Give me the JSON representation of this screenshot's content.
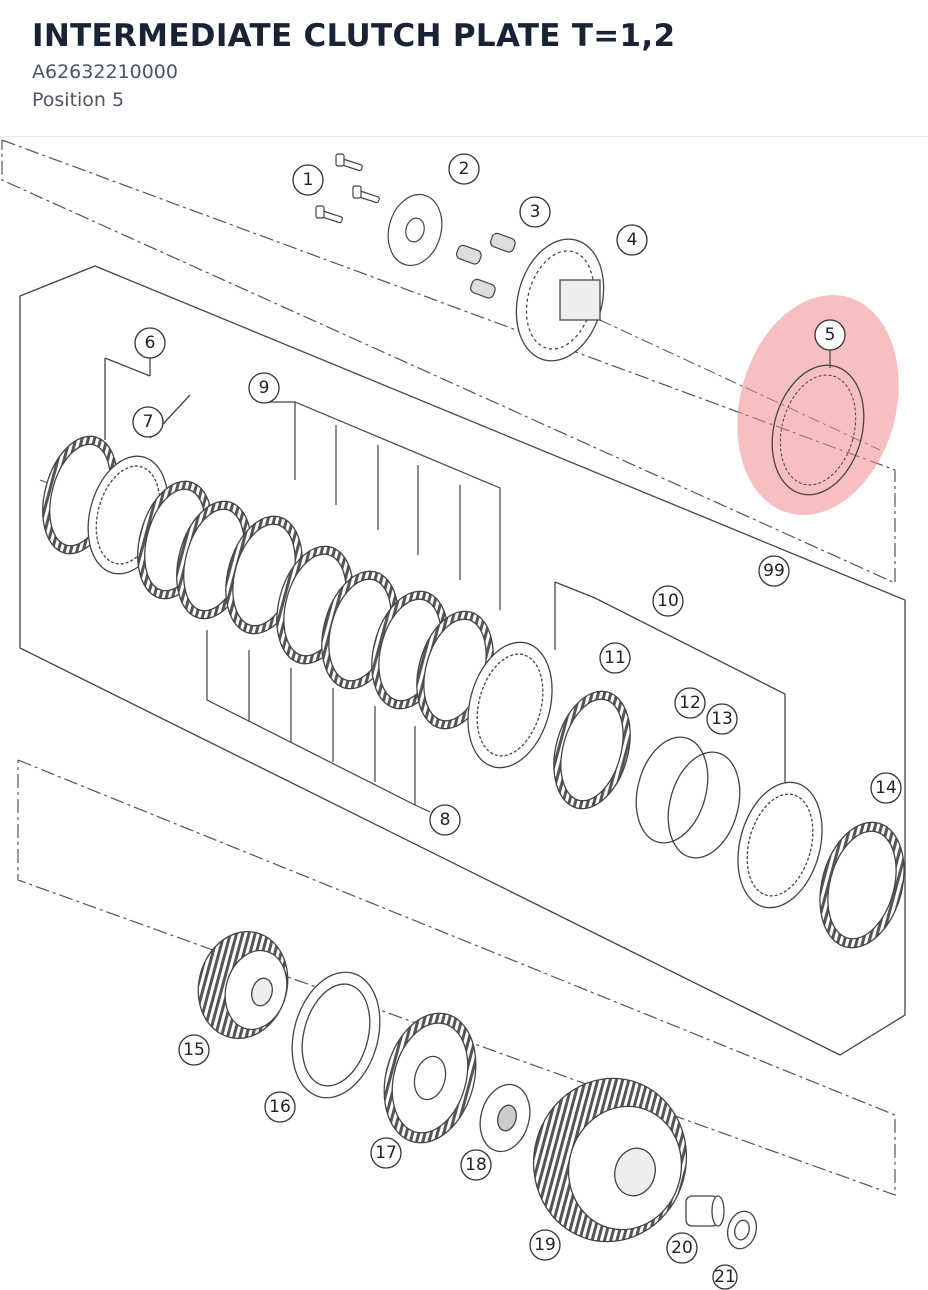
{
  "part": {
    "title": "INTERMEDIATE CLUTCH PLATE T=1,2",
    "number": "A62632210000",
    "position": "Position 5"
  },
  "diagram": {
    "highlight_color": "#f08a8a",
    "callouts": [
      "1",
      "2",
      "3",
      "4",
      "5",
      "6",
      "7",
      "8",
      "9",
      "10",
      "11",
      "12",
      "13",
      "14",
      "15",
      "16",
      "17",
      "18",
      "19",
      "20",
      "21",
      "99"
    ],
    "highlighted_callout": "5"
  }
}
